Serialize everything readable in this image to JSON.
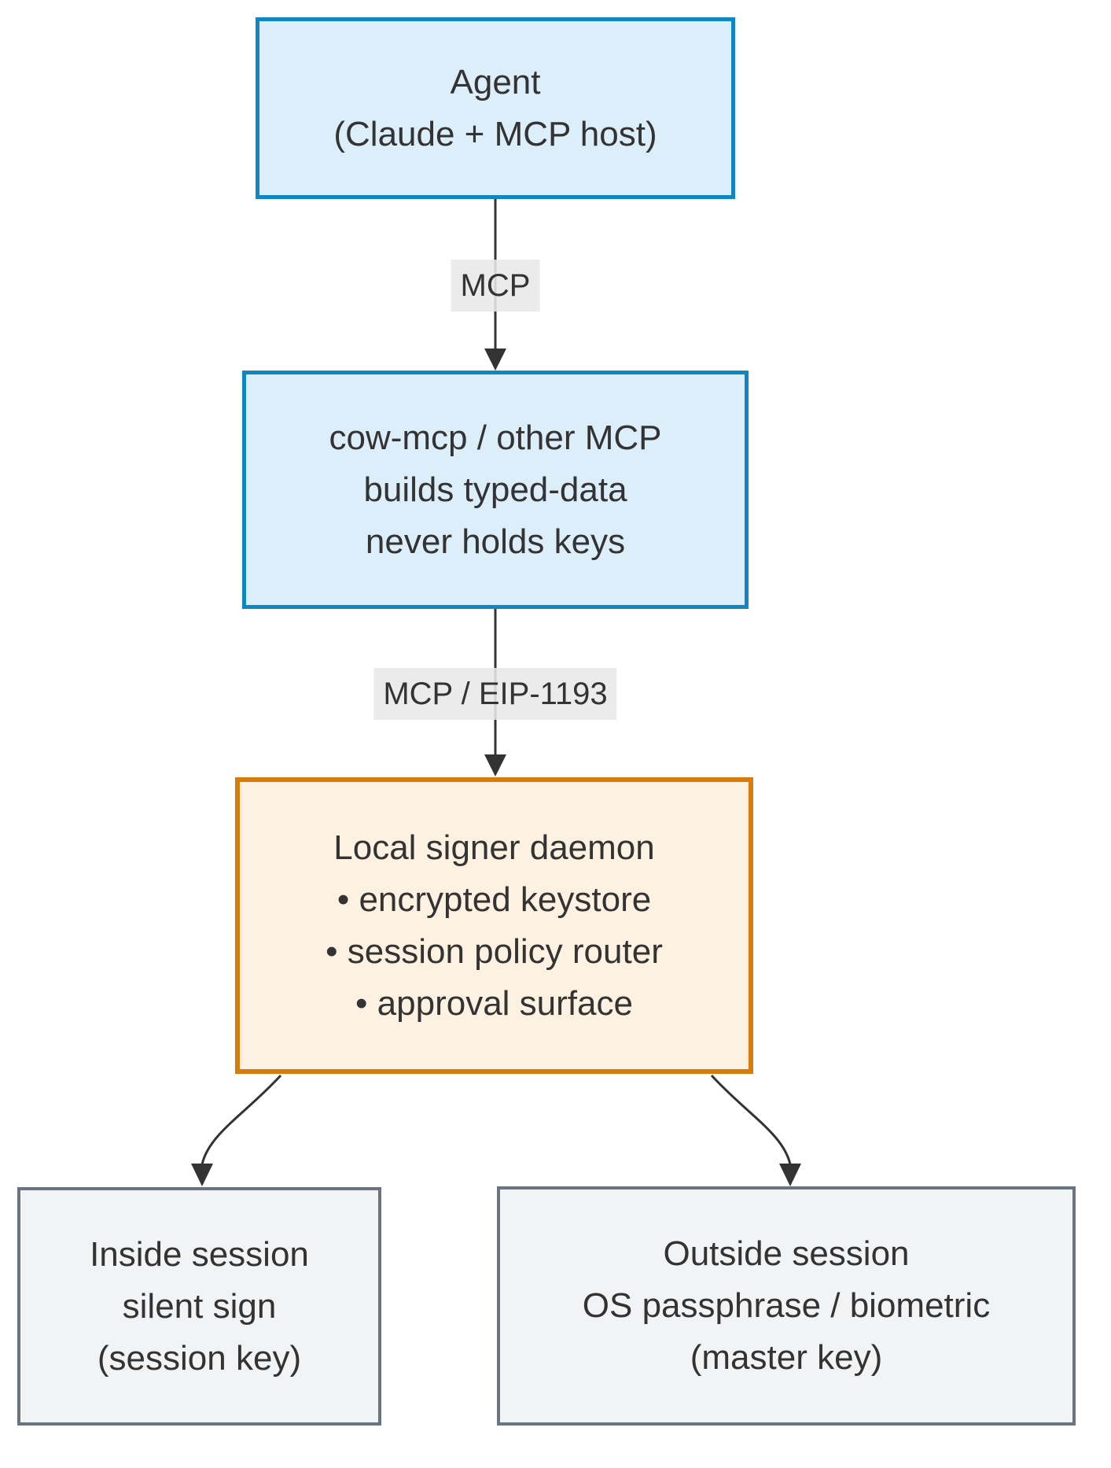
{
  "diagram": {
    "type": "flowchart",
    "direction": "top-down",
    "nodes": {
      "agent": {
        "lines": [
          "Agent",
          "(Claude + MCP host)"
        ],
        "style": "blue"
      },
      "mcp_server": {
        "lines": [
          "cow-mcp / other MCP",
          "builds typed-data",
          "never holds keys"
        ],
        "style": "blue"
      },
      "signer_daemon": {
        "lines": [
          "Local signer daemon",
          "• encrypted keystore",
          "• session policy router",
          "• approval surface"
        ],
        "style": "orange"
      },
      "inside_session": {
        "lines": [
          "Inside session",
          "silent sign",
          "(session key)"
        ],
        "style": "gray"
      },
      "outside_session": {
        "lines": [
          "Outside session",
          "OS passphrase / biometric",
          "(master key)"
        ],
        "style": "gray"
      }
    },
    "edges": [
      {
        "from": "agent",
        "to": "mcp_server",
        "label": "MCP"
      },
      {
        "from": "mcp_server",
        "to": "signer_daemon",
        "label": "MCP / EIP-1193"
      },
      {
        "from": "signer_daemon",
        "to": "inside_session",
        "label": ""
      },
      {
        "from": "signer_daemon",
        "to": "outside_session",
        "label": ""
      }
    ],
    "colors": {
      "node_blue_fill": "#ddeefb",
      "node_blue_border": "#1086c5",
      "node_orange_fill": "#fdf2e2",
      "node_orange_border": "#d77c0b",
      "node_gray_fill": "#f2f3f5",
      "node_gray_border": "#6a7380",
      "edge_stroke": "#333333",
      "edge_label_bg": "#e8e8e8",
      "text": "#333333",
      "background": "#ffffff"
    }
  }
}
